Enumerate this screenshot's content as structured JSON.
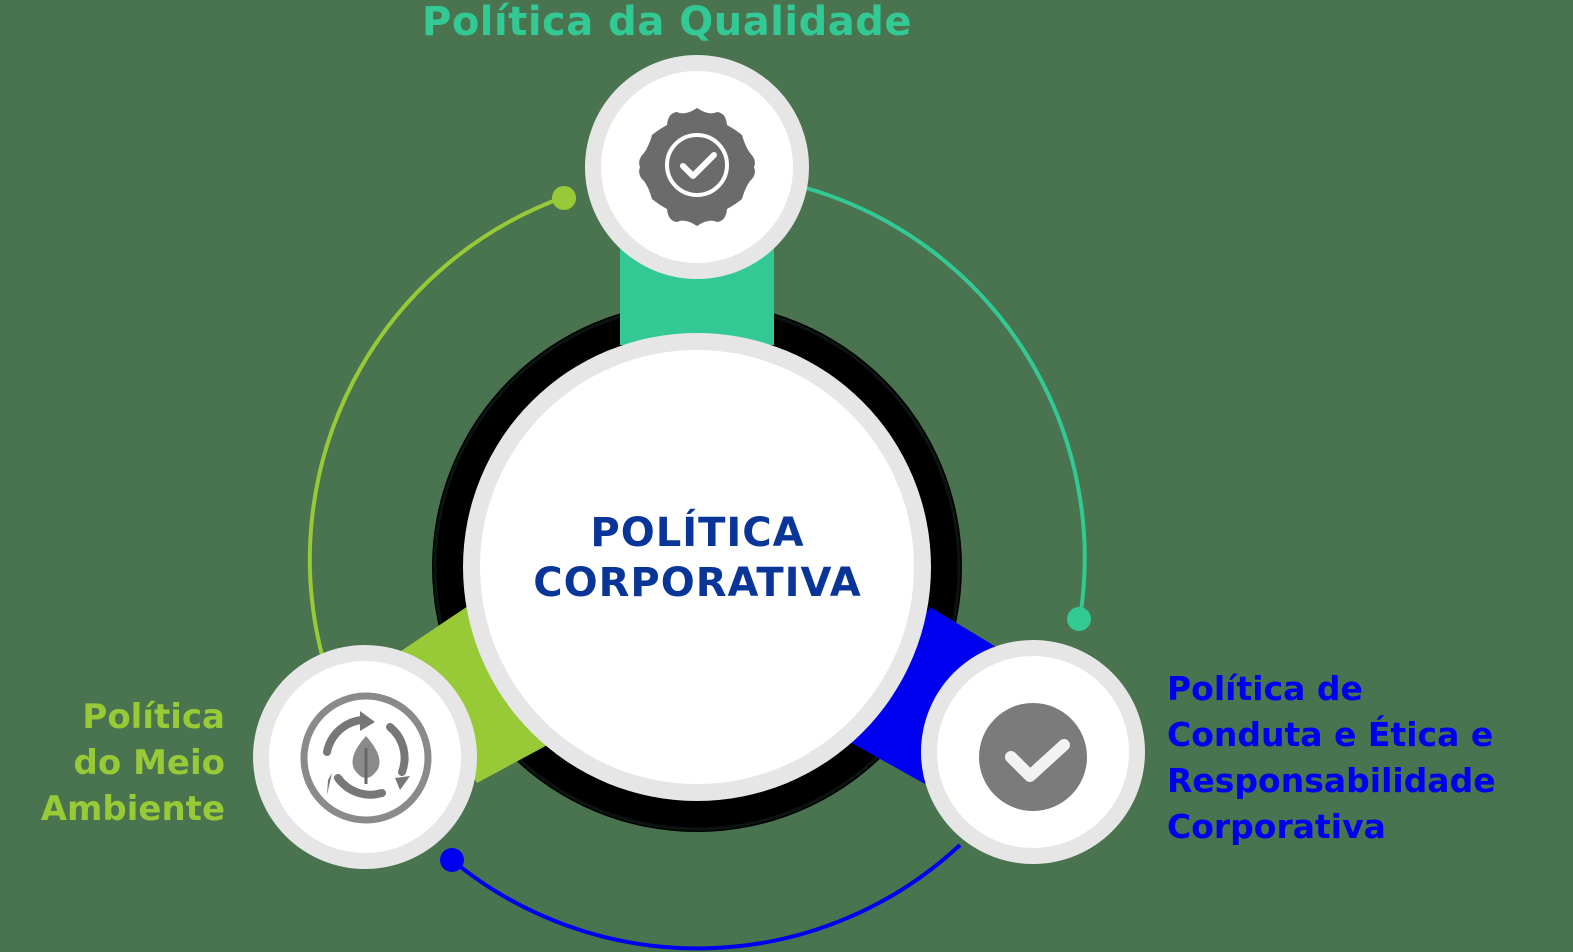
{
  "diagram": {
    "type": "hub-and-spoke",
    "background_color": "#4a7350",
    "center": {
      "line1": "POLÍTICA",
      "line2": "CORPORATIVA",
      "text_color": "#0a3598"
    },
    "nodes": [
      {
        "id": "quality",
        "label": "Política da Qualidade",
        "color": "#33c994",
        "icon": "badge-check-icon",
        "position": "top"
      },
      {
        "id": "environment",
        "label_lines": [
          "Política",
          "do Meio",
          "Ambiente"
        ],
        "color": "#98c936",
        "icon": "recycle-leaf-icon",
        "position": "bottom-left"
      },
      {
        "id": "ethics",
        "label_lines": [
          "Política de",
          "Conduta e Ética e",
          "Responsabilidade",
          "Corporativa"
        ],
        "color": "#0000f0",
        "icon": "check-circle-icon",
        "position": "bottom-right"
      }
    ],
    "colors": {
      "ring_gray": "#e6e6e6",
      "inner_white": "#ffffff",
      "icon_gray": "#6b6b6b",
      "hub_ring_black": "#000000"
    }
  }
}
